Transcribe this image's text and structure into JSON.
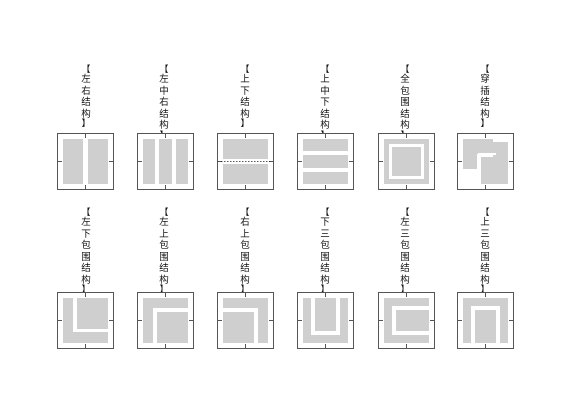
{
  "structures": [
    {
      "label": "左右结构"
    },
    {
      "label": "左中右结构"
    },
    {
      "label": "上下结构"
    },
    {
      "label": "上中下结构"
    },
    {
      "label": "全包围结构"
    },
    {
      "label": "穿插结构"
    },
    {
      "label": "左下包围结构"
    },
    {
      "label": "左上包围结构"
    },
    {
      "label": "右上包围结构"
    },
    {
      "label": "下三包围结构"
    },
    {
      "label": "左三包围结构"
    },
    {
      "label": "上三包围结构"
    }
  ],
  "colors": {
    "frame": "#555555",
    "block": "#cfcfcf",
    "line": "#222222"
  }
}
